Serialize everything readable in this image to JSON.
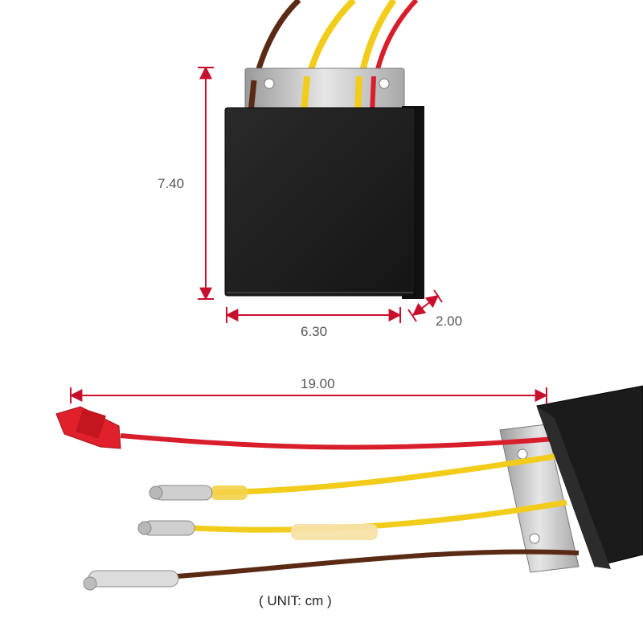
{
  "dimensions": {
    "height": "7.40",
    "width": "6.30",
    "depth": "2.00",
    "wire_length": "19.00"
  },
  "unit_note": "( UNIT: cm )",
  "colors": {
    "dimension_line": "#c8102e",
    "housing": "#1e1e1e",
    "wire_red": "#d81e2a",
    "wire_yellow": "#f2cc1a",
    "wire_brown": "#5a2a14",
    "connector_red": "#e0202a"
  }
}
